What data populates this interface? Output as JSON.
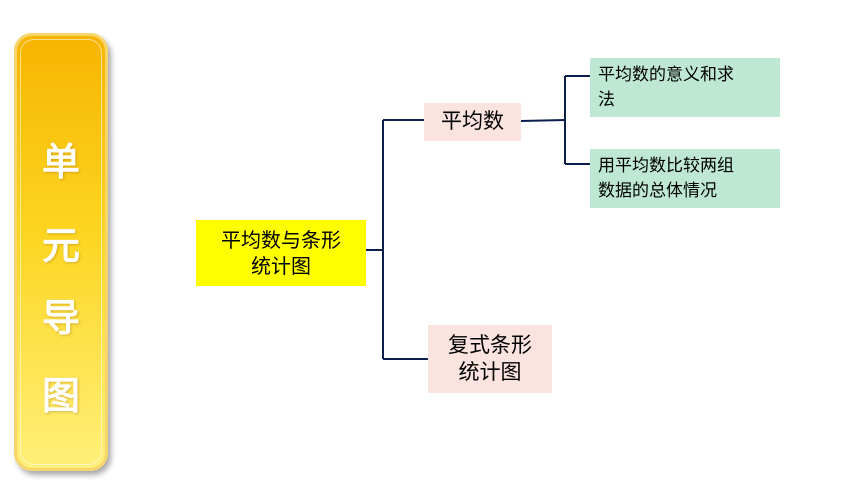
{
  "side_banner": {
    "chars": [
      "单",
      "元",
      "导",
      "图"
    ]
  },
  "mindmap": {
    "root": {
      "line1": "平均数与条形",
      "line2": "统计图"
    },
    "branch_average": {
      "label": "平均数",
      "children": [
        {
          "line1": "平均数的意义和求",
          "line2": "法"
        },
        {
          "line1": "用平均数比较两组",
          "line2": "数据的总体情况"
        }
      ]
    },
    "branch_compound": {
      "line1": "复式条形",
      "line2": "统计图"
    }
  },
  "colors": {
    "banner_gold": "#f7b400",
    "root_fill": "#ffff00",
    "branch_fill": "#fbe4df",
    "leaf_fill": "#bfe8d4",
    "connector": "#0b1e4e"
  }
}
